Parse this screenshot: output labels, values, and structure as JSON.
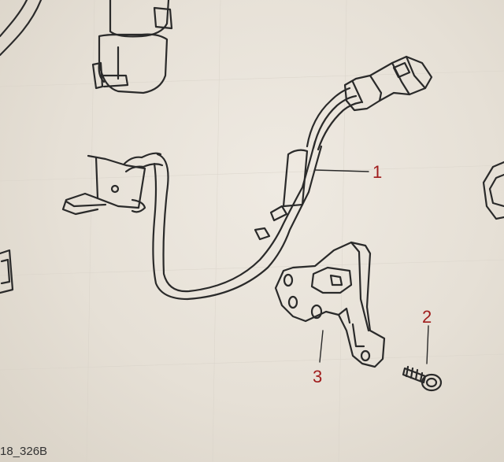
{
  "diagram": {
    "callouts": {
      "one": "1",
      "two": "2",
      "three": "3"
    },
    "code": "18_326B"
  },
  "colors": {
    "paper": "#e9e4db",
    "ink": "#2a2a2a",
    "callout": "#a01c1c"
  }
}
